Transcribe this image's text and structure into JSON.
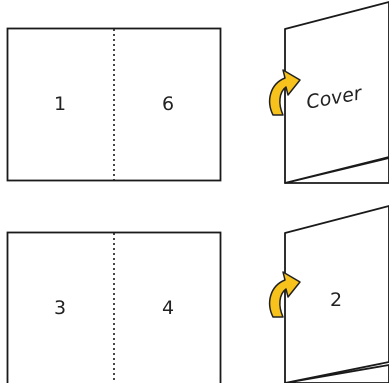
{
  "top_row": {
    "flat_sheet": {
      "left_page": "1",
      "right_page": "6"
    },
    "folded_card": {
      "label": "Cover"
    }
  },
  "bottom_row": {
    "flat_sheet": {
      "left_page": "3",
      "right_page": "4"
    },
    "folded_card": {
      "label": "2"
    }
  },
  "colors": {
    "outline": "#1a1a1a",
    "arrow_fill": "#f7c21b",
    "arrow_stroke": "#222222",
    "background": "#ffffff"
  },
  "icons": {
    "fold_arrow": "curved-arrow-icon"
  }
}
